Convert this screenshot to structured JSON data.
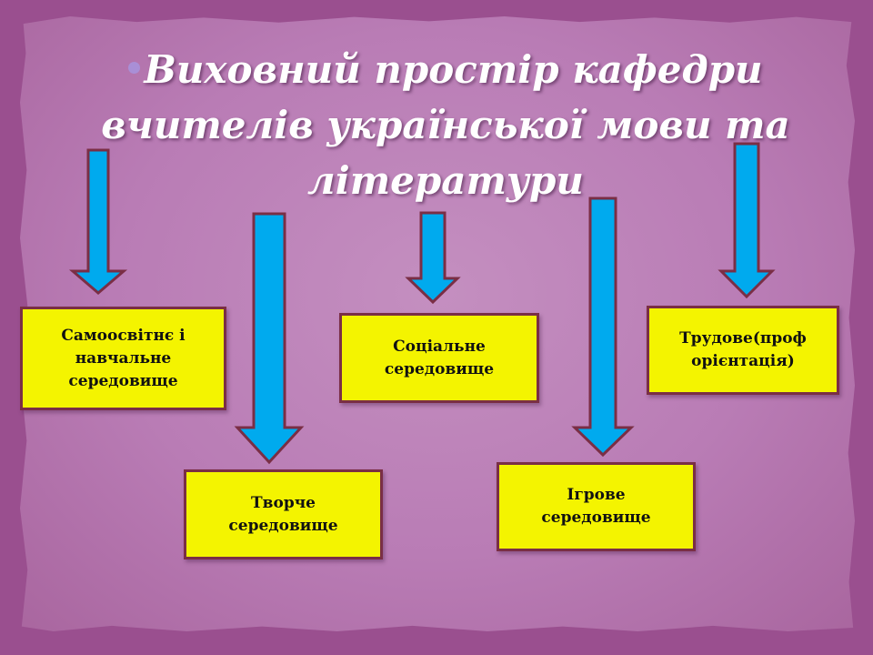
{
  "title": "Виховний простір кафедри вчителів української мови та літератури",
  "colors": {
    "box_fill": "#f4f400",
    "box_border": "#7a2e45",
    "arrow_fill": "#00aaee",
    "arrow_stroke": "#7a2e45"
  },
  "nodes": [
    {
      "id": "self-education",
      "label": "Самоосвітнє і\nнавчальне\nсередовище"
    },
    {
      "id": "creative",
      "label": "Творче\nсередовище"
    },
    {
      "id": "social",
      "label": "Соціальне\nсередовище"
    },
    {
      "id": "game",
      "label": "Ігрове\nсередовище"
    },
    {
      "id": "labour",
      "label": "Трудове(проф\nорієнтація)"
    }
  ]
}
